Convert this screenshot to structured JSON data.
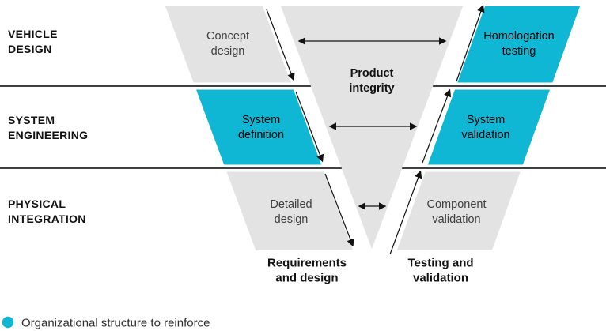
{
  "palette": {
    "accent": "#10b7d4",
    "stage_gray": "#e3e3e3",
    "line_black": "#111111"
  },
  "rows": [
    {
      "line1": "VEHICLE",
      "line2": "DESIGN"
    },
    {
      "line1": "SYSTEM",
      "line2": "ENGINEERING"
    },
    {
      "line1": "PHYSICAL",
      "line2": "INTEGRATION"
    }
  ],
  "stages": {
    "concept_design": {
      "line1": "Concept",
      "line2": "design",
      "highlighted": false
    },
    "system_definition": {
      "line1": "System",
      "line2": "definition",
      "highlighted": true
    },
    "detailed_design": {
      "line1": "Detailed",
      "line2": "design",
      "highlighted": false
    },
    "component_validation": {
      "line1": "Component",
      "line2": "validation",
      "highlighted": false
    },
    "system_validation": {
      "line1": "System",
      "line2": "validation",
      "highlighted": true
    },
    "homologation_testing": {
      "line1": "Homologation",
      "line2": "testing",
      "highlighted": true
    }
  },
  "center": {
    "line1": "Product",
    "line2": "integrity"
  },
  "phases": {
    "left": {
      "line1": "Requirements",
      "line2": "and design"
    },
    "right": {
      "line1": "Testing and",
      "line2": "validation"
    }
  },
  "legend": {
    "label": "Organizational structure to reinforce"
  }
}
